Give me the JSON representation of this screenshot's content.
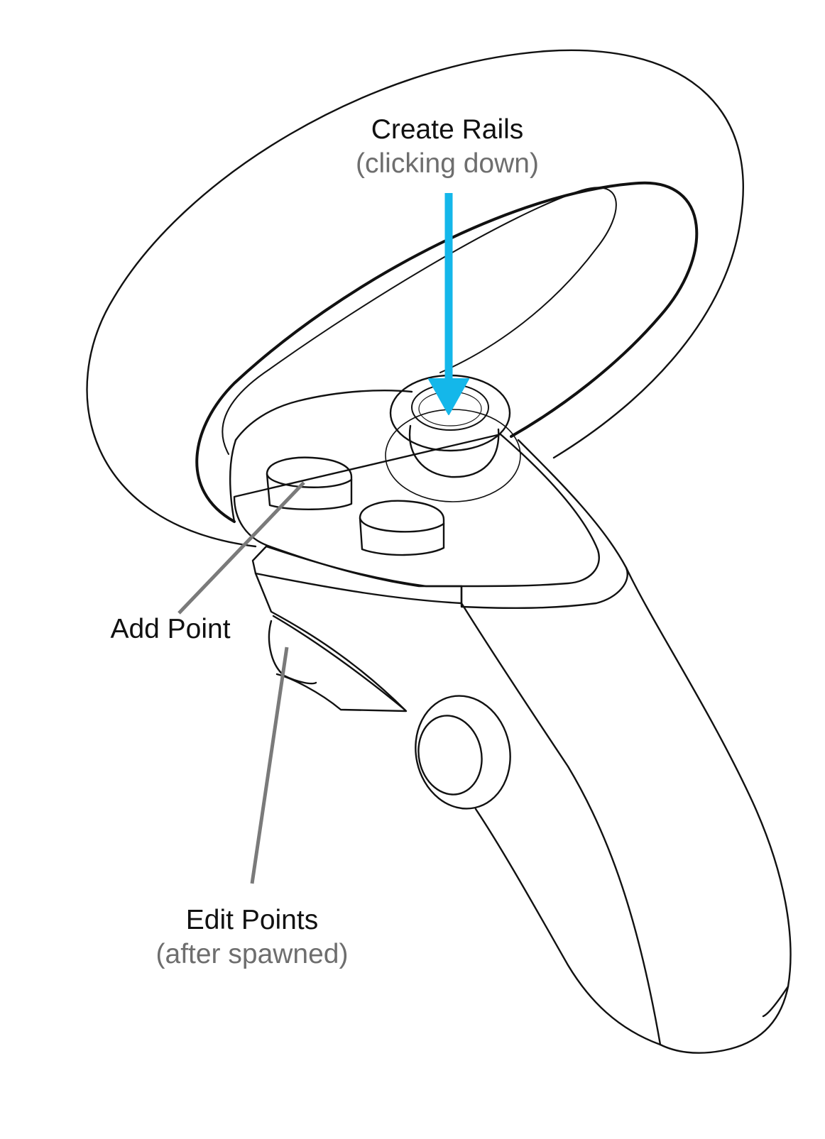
{
  "colors": {
    "outline": "#111111",
    "leader": "#7a7a7a",
    "accent_arrow": "#14b7ea",
    "subtext": "#6e6e6e",
    "background": "#ffffff"
  },
  "labels": {
    "create_rails": {
      "title": "Create Rails",
      "note": "(clicking down)"
    },
    "add_point": {
      "title": "Add Point"
    },
    "edit_points": {
      "title": "Edit Points",
      "note": "(after spawned)"
    }
  }
}
